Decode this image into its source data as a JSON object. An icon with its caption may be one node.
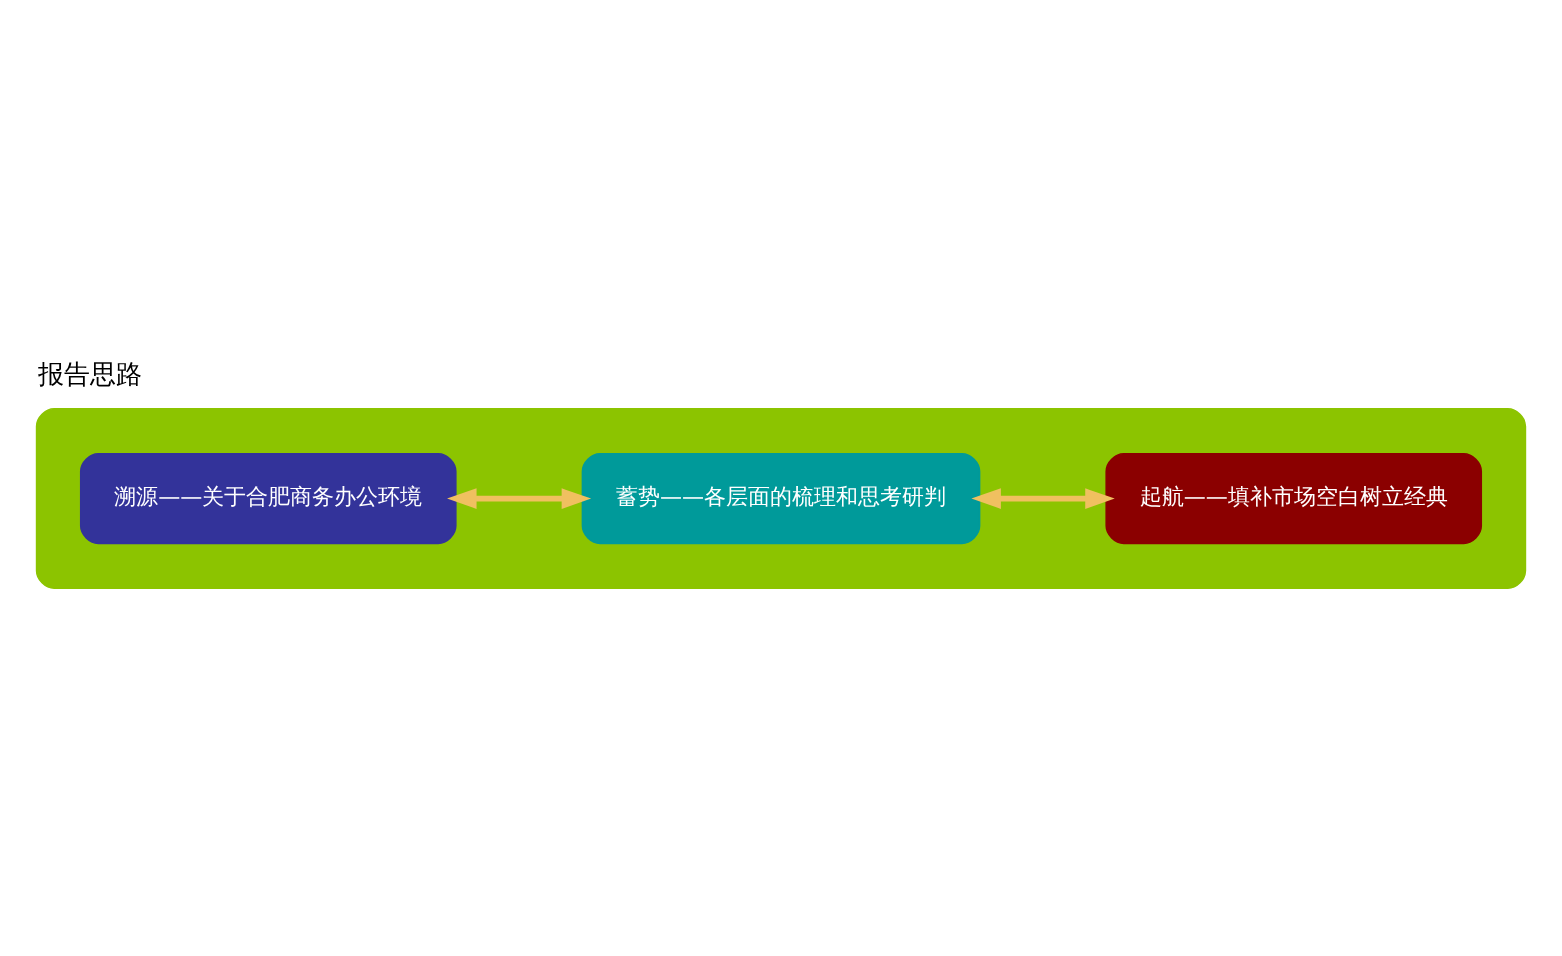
{
  "diagram": {
    "title": "报告思路",
    "nodes": [
      {
        "text": [],
        "shape": "band"
      },
      {
        "text": [
          "溯源——关于合肥商务办公环境"
        ],
        "in": 0
      },
      {
        "text": [
          "蓄势——各层面的梳理和思考研判"
        ],
        "in": 0
      },
      {
        "text": [
          "起航——填补市场空白树立经典"
        ],
        "in": 0
      }
    ],
    "edges": [
      {
        "from": 1,
        "to": 2,
        "arrow": "both"
      },
      {
        "from": 2,
        "to": 3,
        "arrow": "both"
      }
    ]
  }
}
